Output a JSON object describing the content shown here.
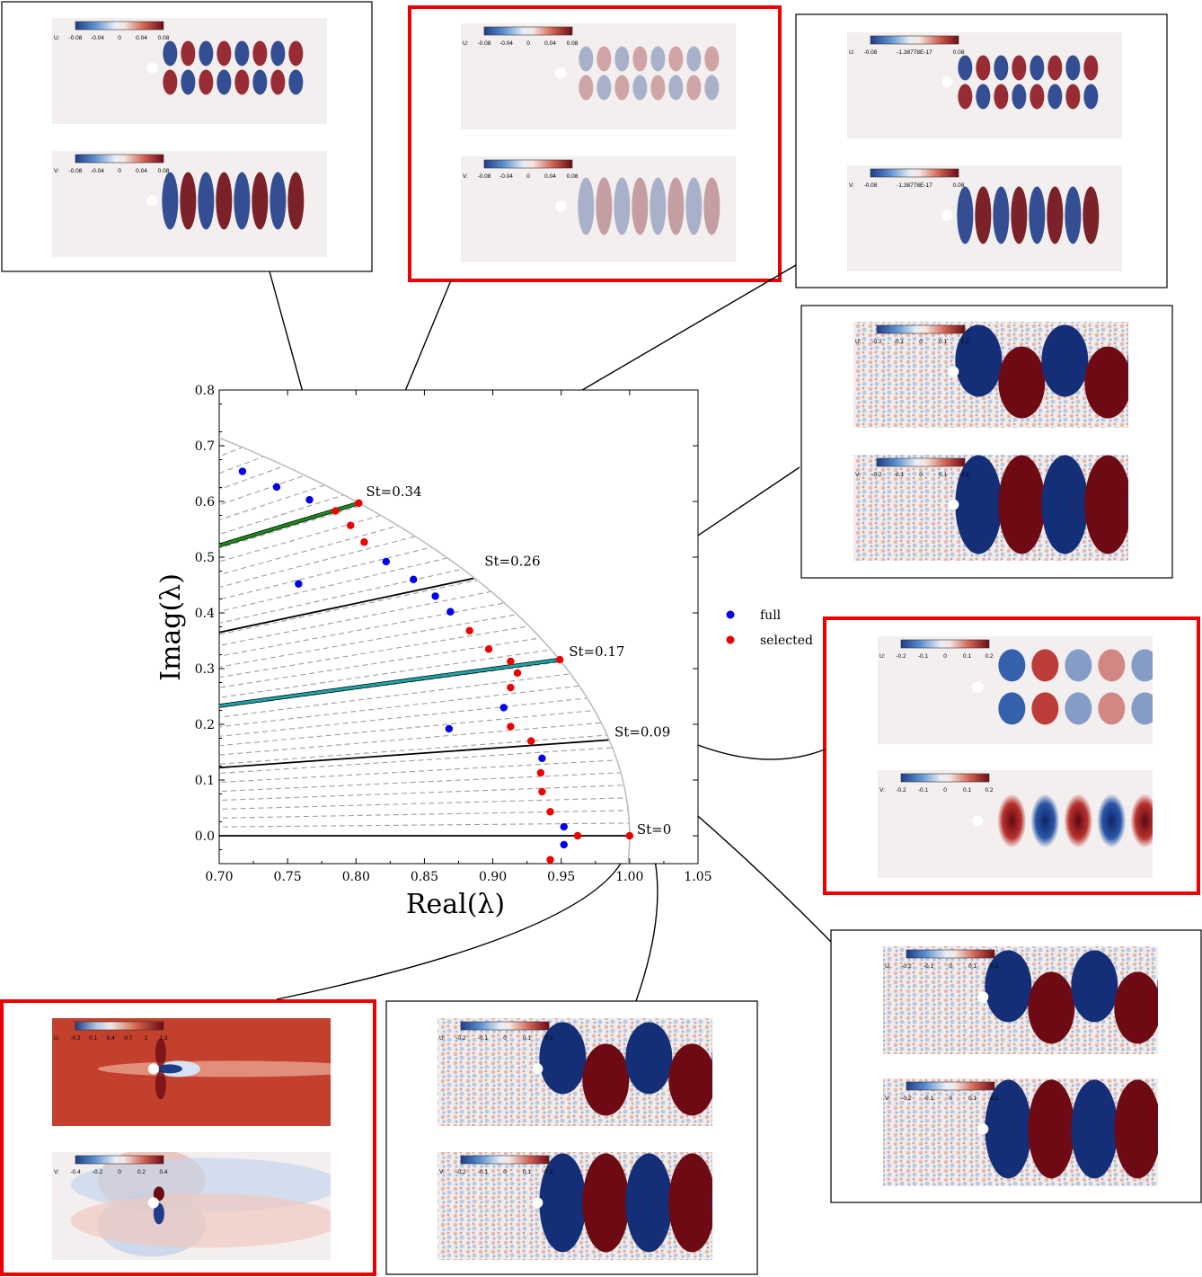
{
  "chart_data": {
    "type": "scatter",
    "xlabel": "Real(λ)",
    "ylabel": "Imag(λ)",
    "xlim": [
      0.7,
      1.05
    ],
    "ylim": [
      -0.05,
      0.8
    ],
    "xticks": [
      "0.70",
      "0.75",
      "0.80",
      "0.85",
      "0.90",
      "0.95",
      "1.00",
      "1.05"
    ],
    "yticks": [
      "0.0",
      "0.1",
      "0.2",
      "0.3",
      "0.4",
      "0.5",
      "0.6",
      "0.7",
      "0.8"
    ],
    "legend": {
      "placement": "right",
      "entries": [
        "full",
        "selected"
      ]
    },
    "colors": {
      "full": "#0000ee",
      "selected": "#ee0000",
      "green": "#1a8c1a",
      "cyan": "#1aa6a6",
      "highlight": "#ee0000"
    },
    "series": [
      {
        "name": "full",
        "points": [
          [
            0.717,
            0.654
          ],
          [
            0.742,
            0.626
          ],
          [
            0.766,
            0.603
          ],
          [
            0.758,
            0.452
          ],
          [
            0.822,
            0.492
          ],
          [
            0.842,
            0.46
          ],
          [
            0.858,
            0.43
          ],
          [
            0.869,
            0.402
          ],
          [
            0.868,
            0.192
          ],
          [
            0.908,
            0.23
          ],
          [
            0.936,
            0.139
          ],
          [
            0.952,
            0.016
          ],
          [
            0.952,
            -0.016
          ]
        ]
      },
      {
        "name": "selected",
        "points": [
          [
            0.785,
            0.583
          ],
          [
            0.802,
            0.597
          ],
          [
            0.796,
            0.557
          ],
          [
            0.806,
            0.527
          ],
          [
            0.883,
            0.368
          ],
          [
            0.897,
            0.335
          ],
          [
            0.913,
            0.313
          ],
          [
            0.918,
            0.292
          ],
          [
            0.913,
            0.266
          ],
          [
            0.949,
            0.316
          ],
          [
            0.913,
            0.196
          ],
          [
            0.928,
            0.17
          ],
          [
            0.935,
            0.113
          ],
          [
            0.936,
            0.079
          ],
          [
            0.942,
            0.043
          ],
          [
            0.962,
            0.0
          ],
          [
            1.0,
            0.0
          ],
          [
            0.942,
            -0.043
          ]
        ]
      }
    ],
    "strouhal_lines": [
      {
        "label": "St=0.34",
        "point": [
          0.802,
          0.597
        ]
      },
      {
        "label": "St=0.26",
        "point": [
          0.886,
          0.462
        ]
      },
      {
        "label": "St=0.17",
        "point": [
          0.949,
          0.316
        ]
      },
      {
        "label": "St=0.09",
        "point": [
          0.985,
          0.172
        ]
      },
      {
        "label": "St=0",
        "point": [
          1.0,
          0.0
        ]
      }
    ]
  },
  "panels": [
    {
      "u_label": "U:",
      "v_label": "V:",
      "u_ticks": [
        "-0.08",
        "-0.04",
        "0",
        "0.04",
        "0.08"
      ],
      "v_ticks": [
        "-0.08",
        "-0.04",
        "0",
        "0.04",
        "0.08"
      ]
    },
    {
      "u_label": "U:",
      "v_label": "V:",
      "u_ticks": [
        "-0.08",
        "-0.04",
        "0",
        "0.04",
        "0.08"
      ],
      "v_ticks": [
        "-0.08",
        "-0.04",
        "0",
        "0.04",
        "0.08"
      ]
    },
    {
      "u_label": "U:",
      "v_label": "V:",
      "u_ticks": [
        "-0.08",
        "-1.38778E-17",
        "0.08"
      ],
      "v_ticks": [
        "-0.08",
        "-1.38778E-17",
        "0.08"
      ]
    },
    {
      "u_label": "U:",
      "v_label": "V:",
      "u_ticks": [
        "-0.2",
        "-0.1",
        "0",
        "0.1",
        "0.2"
      ],
      "v_ticks": [
        "-0.2",
        "-0.1",
        "0",
        "0.1",
        "0.2"
      ]
    },
    {
      "u_label": "U:",
      "v_label": "V:",
      "u_ticks": [
        "-0.2",
        "-0.1",
        "0",
        "0.1",
        "0.2"
      ],
      "v_ticks": [
        "-0.2",
        "-0.1",
        "0",
        "0.1",
        "0.2"
      ]
    },
    {
      "u_label": "U:",
      "v_label": "V:",
      "u_ticks": [
        "-0.2",
        "-0.1",
        "0",
        "0.1",
        "0.2"
      ],
      "v_ticks": [
        "-0.2",
        "-0.1",
        "0",
        "0.1",
        "0.2"
      ]
    },
    {
      "u_label": "U:",
      "v_label": "V:",
      "u_ticks": [
        "-0.2",
        "0.1",
        "0.4",
        "0.7",
        "1",
        "1.3"
      ],
      "v_ticks": [
        "-0.4",
        "-0.2",
        "0",
        "0.2",
        "0.4"
      ]
    },
    {
      "u_label": "U:",
      "v_label": "V:",
      "u_ticks": [
        "-0.2",
        "-0.1",
        "0",
        "0.1",
        "0.2"
      ],
      "v_ticks": [
        "-0.2",
        "-0.1",
        "0",
        "0.1",
        "0.2"
      ]
    }
  ]
}
